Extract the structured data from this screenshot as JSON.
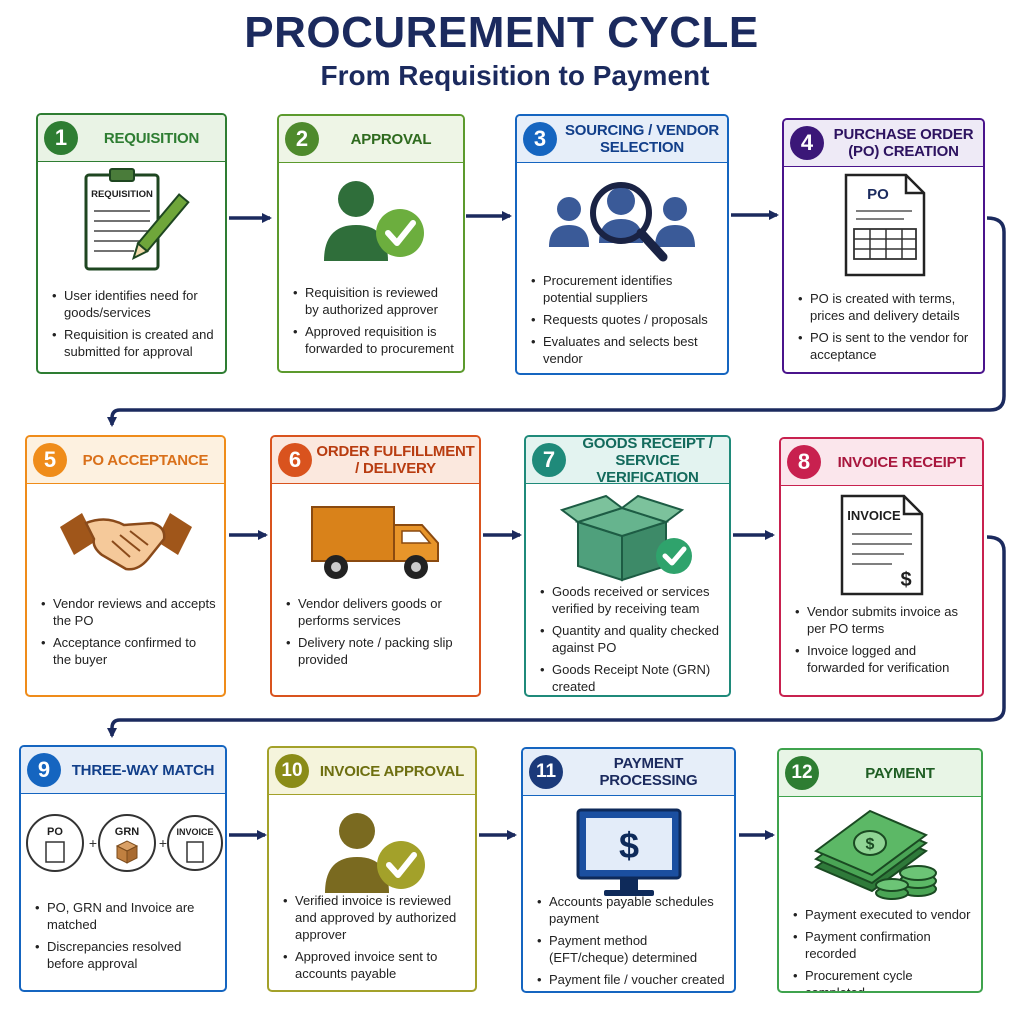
{
  "header": {
    "title": "PROCUREMENT CYCLE",
    "subtitle": "From Requisition to Payment"
  },
  "colors": {
    "green": "#2e7d32",
    "blue": "#1565c0",
    "purple": "#4a148c",
    "orange": "#ef8c1a",
    "red_orange": "#d9531e",
    "teal": "#1f8a7a",
    "crimson": "#c8214f",
    "olive": "#8a8c18",
    "navy": "#1b2a5e",
    "cash_green": "#3fa34d"
  },
  "steps": [
    {
      "number": "1",
      "title": "REQUISITION",
      "icon": "clipboard-pencil-icon",
      "icon_label": "REQUISITION",
      "bullets": [
        "User identifies need for goods/services",
        "Requisition is created and submitted for approval"
      ]
    },
    {
      "number": "2",
      "title": "APPROVAL",
      "icon": "person-check-icon",
      "bullets": [
        "Requisition is reviewed by authorized approver",
        "Approved requisition is forwarded to procurement"
      ]
    },
    {
      "number": "3",
      "title": "SOURCING / VENDOR SELECTION",
      "icon": "people-magnifier-icon",
      "bullets": [
        "Procurement identifies potential suppliers",
        "Requests quotes / proposals",
        "Evaluates and selects best vendor"
      ]
    },
    {
      "number": "4",
      "title": "PURCHASE ORDER (PO) CREATION",
      "icon": "po-document-icon",
      "icon_label": "PO",
      "bullets": [
        "PO is created with terms, prices and delivery details",
        "PO is sent to the vendor for acceptance"
      ]
    },
    {
      "number": "5",
      "title": "PO ACCEPTANCE",
      "icon": "handshake-icon",
      "bullets": [
        "Vendor reviews and accepts the PO",
        "Acceptance confirmed to the buyer"
      ]
    },
    {
      "number": "6",
      "title": "ORDER FULFILLMENT / DELIVERY",
      "icon": "truck-icon",
      "bullets": [
        "Vendor delivers goods or performs services",
        "Delivery note / packing slip provided"
      ]
    },
    {
      "number": "7",
      "title": "GOODS RECEIPT / SERVICE VERIFICATION",
      "icon": "box-check-icon",
      "bullets": [
        "Goods received or services verified by receiving team",
        "Quantity and quality checked against PO",
        "Goods Receipt Note (GRN) created"
      ]
    },
    {
      "number": "8",
      "title": "INVOICE RECEIPT",
      "icon": "invoice-document-icon",
      "icon_label": "INVOICE",
      "icon_symbol": "$",
      "bullets": [
        "Vendor submits invoice as per PO terms",
        "Invoice logged and forwarded for verification"
      ]
    },
    {
      "number": "9",
      "title": "THREE-WAY MATCH",
      "icon": "three-way-match-icon",
      "match_labels": [
        "PO",
        "GRN",
        "INVOICE"
      ],
      "match_plus": "+",
      "bullets": [
        "PO, GRN and Invoice are matched",
        "Discrepancies resolved before approval"
      ]
    },
    {
      "number": "10",
      "title": "INVOICE APPROVAL",
      "icon": "person-check-icon",
      "bullets": [
        "Verified invoice is reviewed and approved by authorized approver",
        "Approved invoice sent to accounts payable"
      ]
    },
    {
      "number": "11",
      "title": "PAYMENT PROCESSING",
      "icon": "monitor-dollar-icon",
      "icon_symbol": "$",
      "bullets": [
        "Accounts payable schedules payment",
        "Payment method (EFT/cheque) determined",
        "Payment file / voucher created"
      ]
    },
    {
      "number": "12",
      "title": "PAYMENT",
      "icon": "cash-coins-icon",
      "icon_symbol": "$",
      "bullets": [
        "Payment executed to vendor",
        "Payment confirmation recorded",
        "Procurement cycle completed"
      ]
    }
  ]
}
